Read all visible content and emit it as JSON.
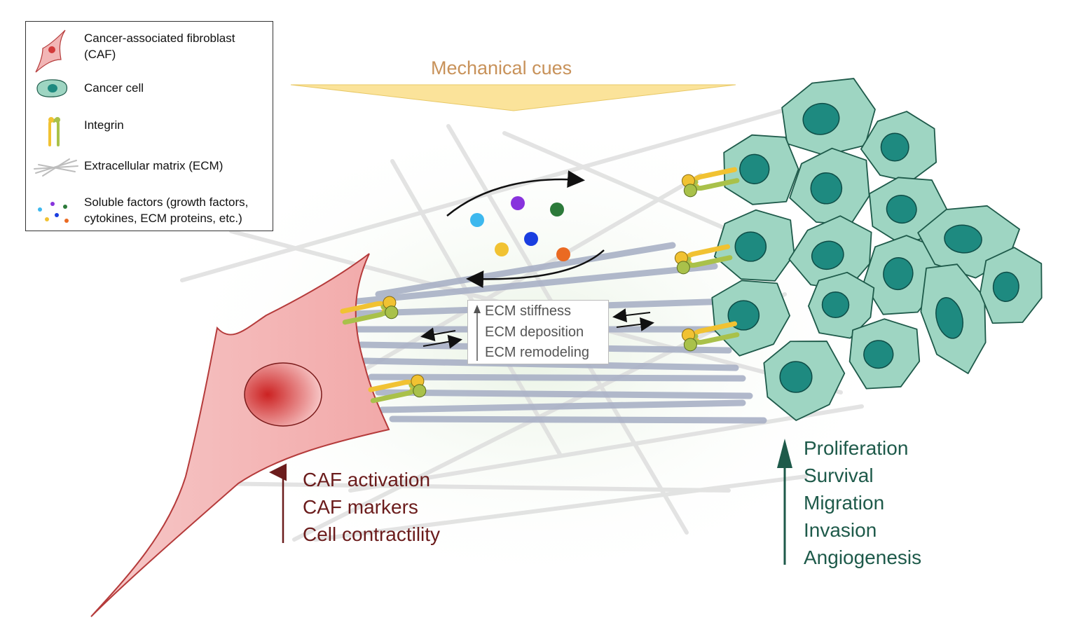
{
  "legend": {
    "caf": "Cancer-associated fibroblast\n(CAF)",
    "cancer_cell": "Cancer cell",
    "integrin": "Integrin",
    "ecm": "Extracellular matrix (ECM)",
    "soluble": "Soluble factors (growth factors,\ncytokines, ECM proteins, etc.)"
  },
  "mechanical_cues": "Mechanical cues",
  "ecm_effects": [
    "ECM stiffness",
    "ECM deposition",
    "ECM remodeling"
  ],
  "caf_effects": [
    "CAF activation",
    "CAF markers",
    "Cell contractility"
  ],
  "cancer_effects": [
    "Proliferation",
    "Survival",
    "Migration",
    "Invasion",
    "Angiogenesis"
  ],
  "colors": {
    "caf_fill": "#f2b6b6",
    "caf_nucleus": "#d23a3a",
    "cancer_fill": "#9ed5c2",
    "cancer_nucleus": "#1e8a80",
    "integrin_yellow": "#f1c232",
    "integrin_green": "#a9c14a",
    "cues_arrow": "#fbe39a",
    "caf_text": "#6b1c1c",
    "cancer_text": "#1e5a4a",
    "soluble_dots": [
      "#3db8ee",
      "#8833dd",
      "#2c7a3a",
      "#f1c232",
      "#1a3ee0",
      "#ea6a22"
    ]
  }
}
